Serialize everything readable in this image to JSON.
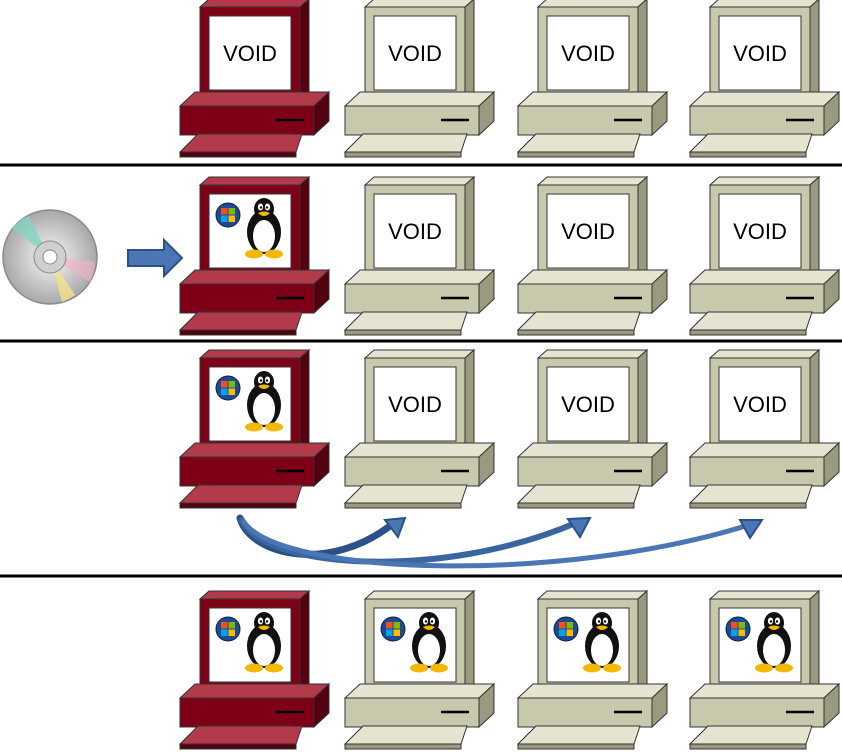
{
  "colors": {
    "master_body": "#7e0016",
    "master_top": "#b23a4a",
    "master_side": "#55000f",
    "clone_body": "#c8c8ac",
    "clone_top": "#e4e4d0",
    "clone_side": "#9a9a80",
    "arrow": "#4a77b4",
    "arrow_dark": "#2b5288",
    "divider": "#000000"
  },
  "os_icons": [
    "windows-logo-icon",
    "tux-penguin-icon"
  ],
  "rows": [
    {
      "name": "row-1-empty",
      "source": "",
      "computers": [
        {
          "role": "master",
          "screen": "VOID"
        },
        {
          "role": "clone",
          "screen": "VOID"
        },
        {
          "role": "clone",
          "screen": "VOID"
        },
        {
          "role": "clone",
          "screen": "VOID"
        }
      ]
    },
    {
      "name": "row-2-install-from-disc",
      "source": "cd-disc-icon",
      "computers": [
        {
          "role": "master",
          "screen": "os"
        },
        {
          "role": "clone",
          "screen": "VOID"
        },
        {
          "role": "clone",
          "screen": "VOID"
        },
        {
          "role": "clone",
          "screen": "VOID"
        }
      ]
    },
    {
      "name": "row-3-clone-to-others",
      "source": "",
      "computers": [
        {
          "role": "master",
          "screen": "os"
        },
        {
          "role": "clone",
          "screen": "VOID"
        },
        {
          "role": "clone",
          "screen": "VOID"
        },
        {
          "role": "clone",
          "screen": "VOID"
        }
      ]
    },
    {
      "name": "row-4-all-installed",
      "source": "",
      "computers": [
        {
          "role": "master",
          "screen": "os"
        },
        {
          "role": "clone",
          "screen": "os"
        },
        {
          "role": "clone",
          "screen": "os"
        },
        {
          "role": "clone",
          "screen": "os"
        }
      ]
    }
  ]
}
